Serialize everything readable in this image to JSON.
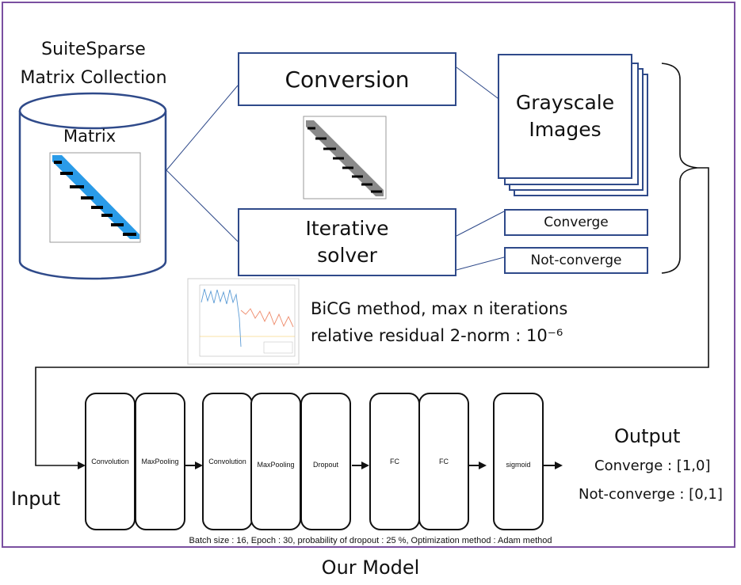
{
  "collection": {
    "line1": "SuiteSparse",
    "line2": "Matrix Collection",
    "matrix_label": "Matrix"
  },
  "conversion_label": "Conversion",
  "grayscale": {
    "line1": "Grayscale",
    "line2": "Images"
  },
  "solver": {
    "line1": "Iterative",
    "line2": "solver"
  },
  "converge_label": "Converge",
  "not_converge_label": "Not-converge",
  "bicg": {
    "line1": "BiCG method, max n iterations",
    "line2": "relative residual 2-norm : 10⁻⁶"
  },
  "layers": [
    "Convolution",
    "MaxPooling",
    "Convolution",
    "MaxPooling",
    "Dropout",
    "FC",
    "FC",
    "sigmoid"
  ],
  "input_label": "Input",
  "output": {
    "title": "Output",
    "converge": "Converge : [1,0]",
    "not_converge": "Not-converge : [0,1]"
  },
  "params": "Batch size : 16, Epoch : 30, probability of dropout : 25 %, Optimization method : Adam method",
  "caption": "Our Model",
  "colors": {
    "frame": "#7a4fa0",
    "box_border": "#2f4a8a",
    "matrix_blue": "#2a9be8"
  }
}
